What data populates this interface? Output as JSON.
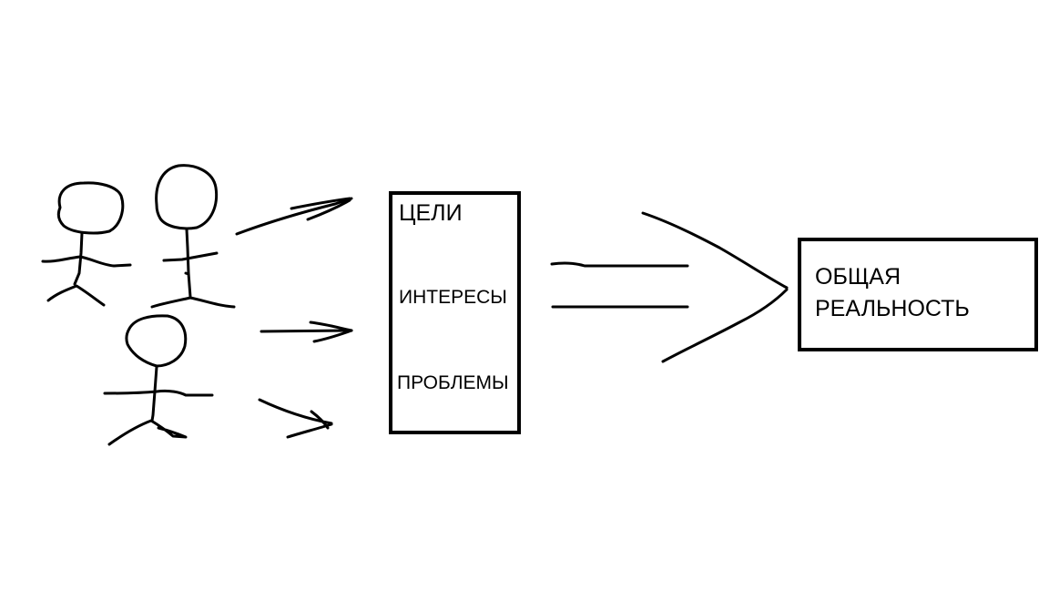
{
  "colors": {
    "background": "#ffffff",
    "ink": "#000000"
  },
  "people_box": {
    "items": [
      "ЦЕЛИ",
      "ИНТЕРЕСЫ",
      "ПРОБЛЕМЫ"
    ]
  },
  "result_box": {
    "lines": [
      "ОБЩАЯ",
      "РЕАЛЬНОСТЬ"
    ]
  },
  "icons": {
    "person": "stick-figure-icon",
    "arrow": "hand-drawn-arrow-icon",
    "convergence": "converging-double-arrow-icon"
  }
}
